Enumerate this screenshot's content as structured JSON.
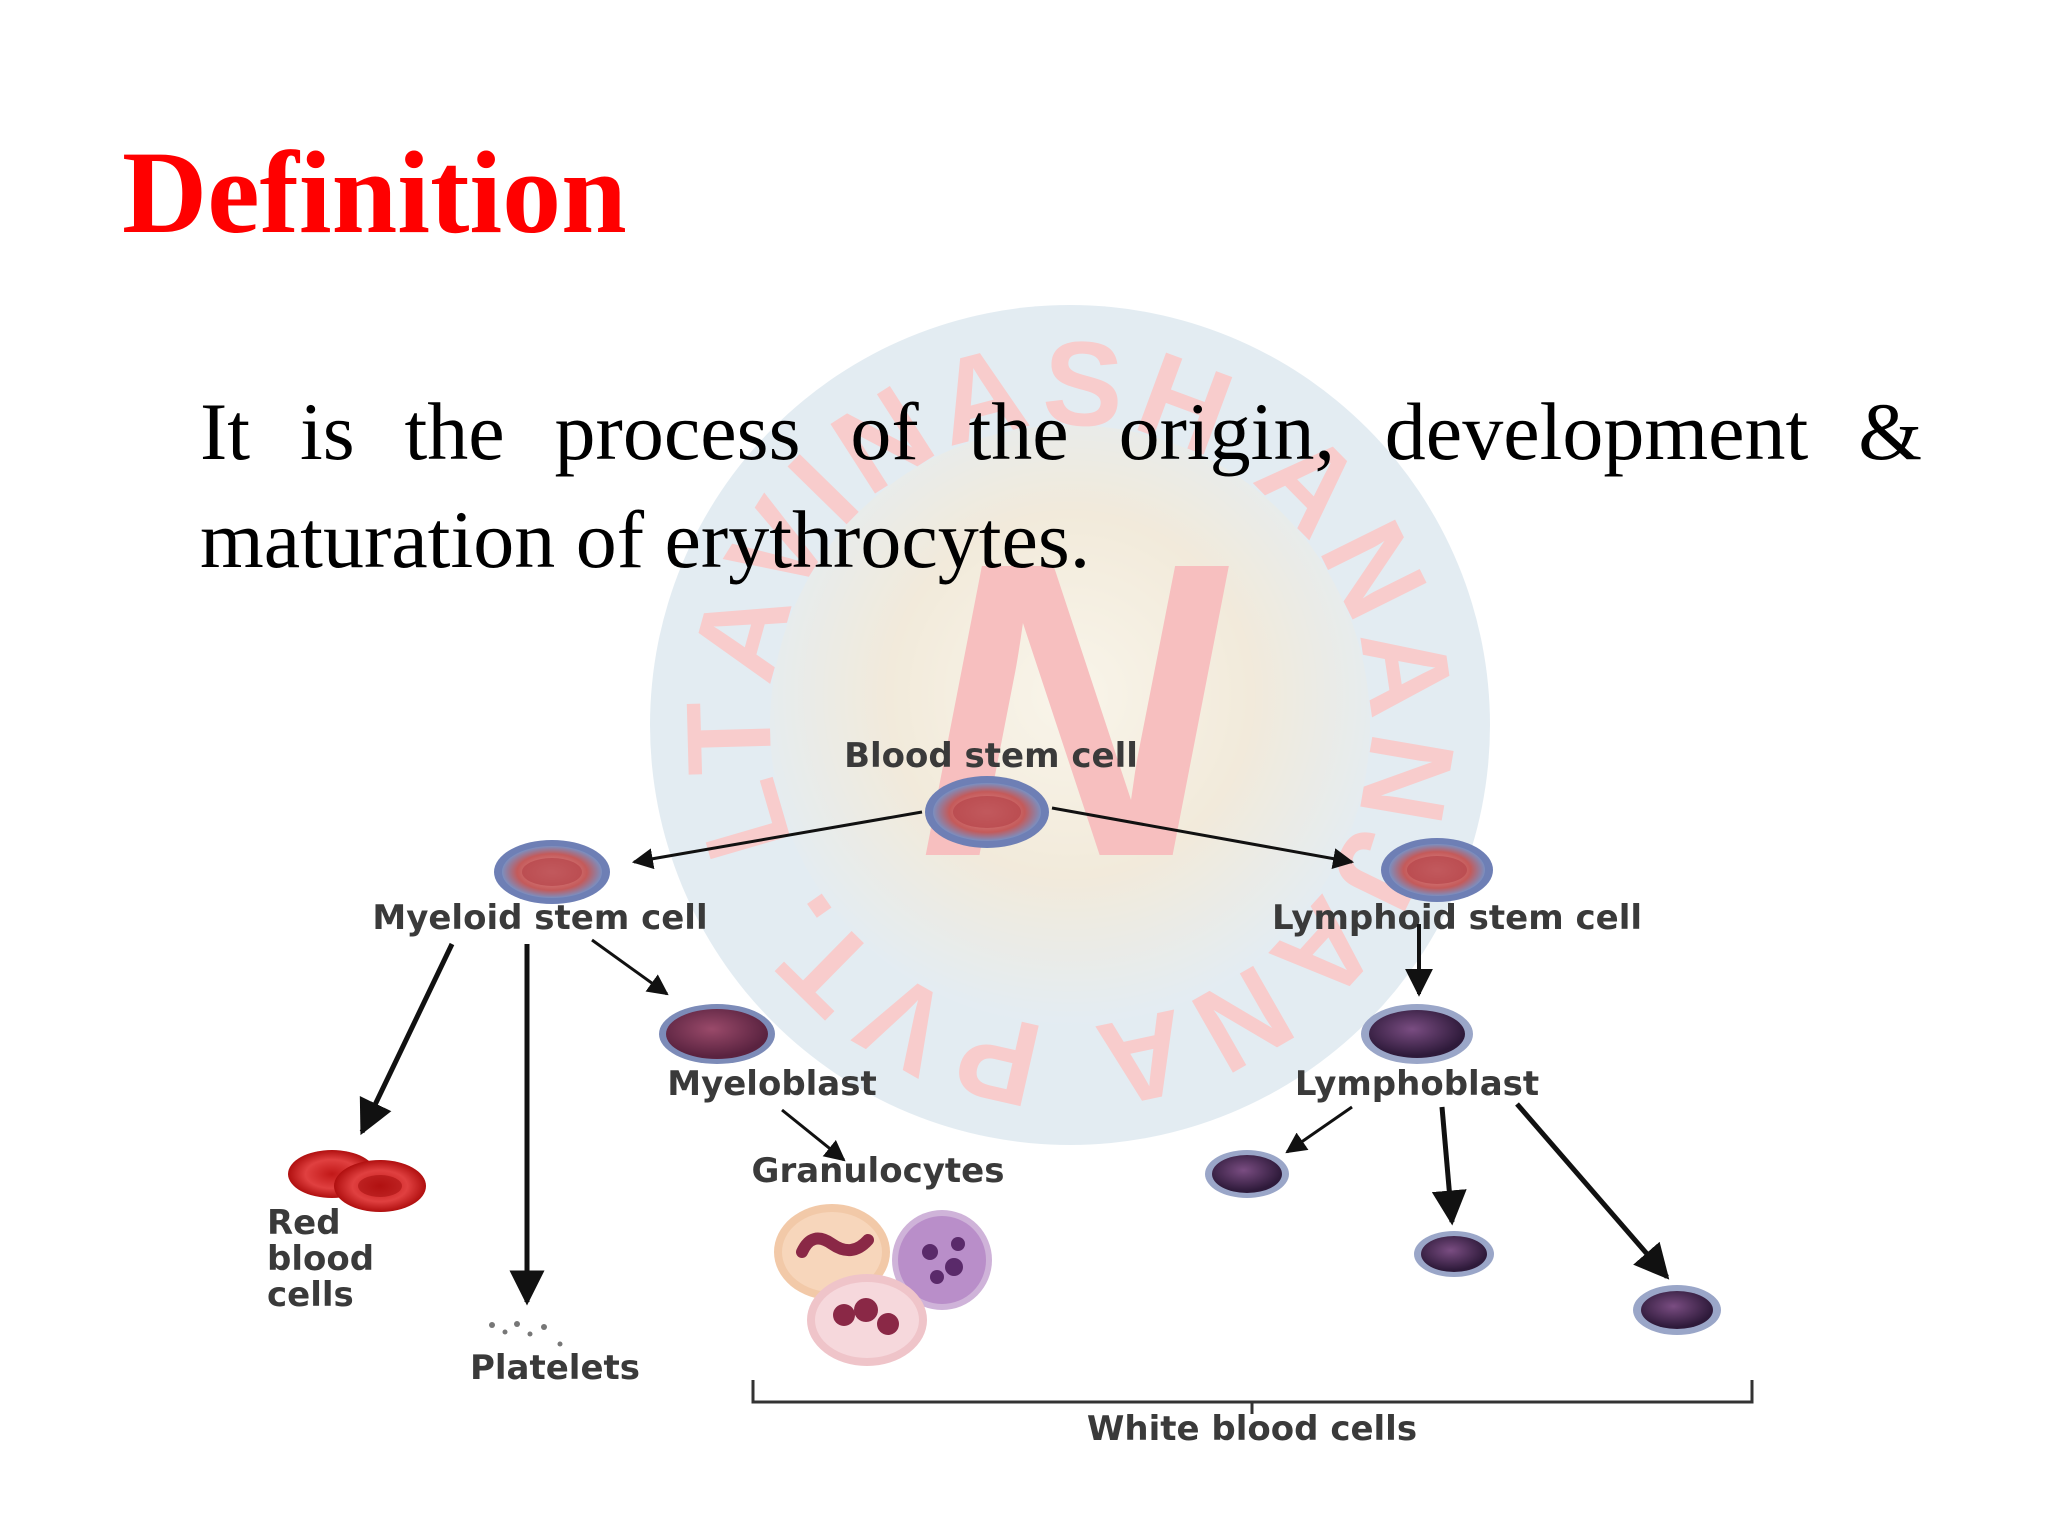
{
  "slide": {
    "title": "Definition",
    "definition": "It is the process of the origin, development & maturation of erythrocytes."
  },
  "watermark": {
    "ring_text": "AVINASH ANANJANA PVT. LTD.",
    "monogram": "N"
  },
  "diagram": {
    "labels": {
      "blood_stem_cell": "Blood stem cell",
      "myeloid_stem_cell": "Myeloid stem cell",
      "lymphoid_stem_cell": "Lymphoid stem cell",
      "myeloblast": "Myeloblast",
      "lymphoblast": "Lymphoblast",
      "granulocytes": "Granulocytes",
      "red_blood_cells_line1": "Red",
      "red_blood_cells_line2": "blood",
      "red_blood_cells_line3": "cells",
      "platelets": "Platelets",
      "white_blood_cells": "White blood cells"
    }
  },
  "colors": {
    "title": "#ff0000",
    "text": "#000000",
    "arrow": "#111111",
    "watermark_ring": "#b9cfe0",
    "watermark_monogram": "#f08080"
  }
}
